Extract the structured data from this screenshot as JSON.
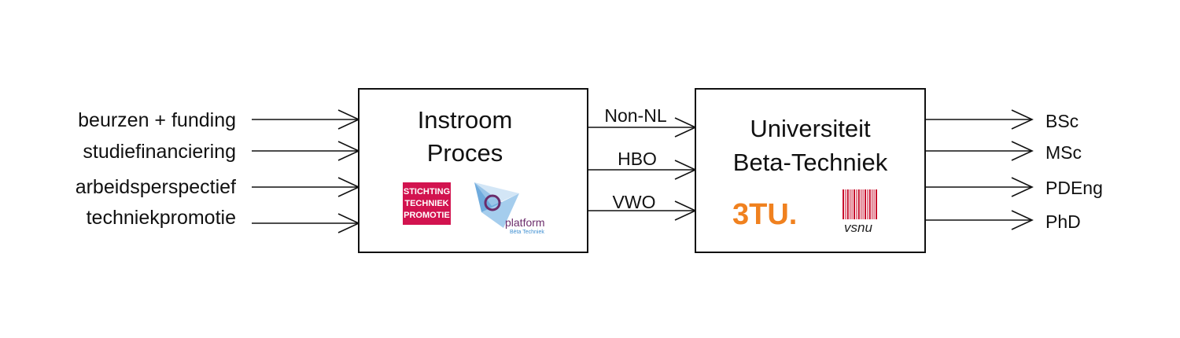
{
  "inputs": [
    "beurzen + funding",
    "studiefinanciering",
    "arbeidsperspectief",
    "techniekpromotie"
  ],
  "box1": {
    "title_line1": "Instroom",
    "title_line2": "Proces",
    "logo_stp": [
      "STICHTING",
      "TECHNIEK",
      "PROMOTIE"
    ],
    "logo_platform": {
      "name": "platform",
      "sub": "Bèta Techniek"
    }
  },
  "channels": [
    "Non-NL",
    "HBO",
    "VWO"
  ],
  "box2": {
    "title_line1": "Universiteit",
    "title_line2": "Beta-Techniek",
    "logo_3tu": "3TU.",
    "logo_vsnu": "vsnu"
  },
  "outputs": [
    "BSc",
    "MSc",
    "PDEng",
    "PhD"
  ],
  "colors": {
    "line": "#111111",
    "stp_red": "#d2134f",
    "platform_purple": "#6b2c6b",
    "platform_blue": "#3f8fd1",
    "tu_orange": "#f0811f",
    "vsnu_red": "#c8102e"
  }
}
